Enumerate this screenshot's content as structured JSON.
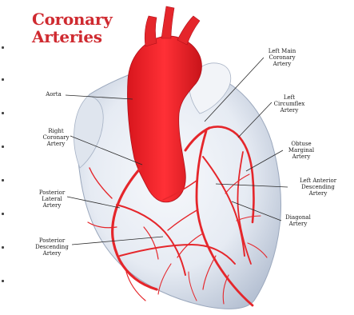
{
  "title": {
    "line1": "Coronary",
    "line2": "Arteries"
  },
  "labels": {
    "aorta": "Aorta",
    "right_coronary_artery": "Right\nCoronary\nArtery",
    "posterior_lateral_artery": "Posterior\nLateral\nArtery",
    "posterior_descending_artery": "Posterior\nDescending\nArtery",
    "left_main_coronary_artery": "Left Main\nCoronary\nArtery",
    "left_circumflex_artery": "Left\nCircumflex\nArtery",
    "obtuse_marginal_artery": "Obtuse\nMarginal\nArtery",
    "left_anterior_descending_artery": "Left Anterior\nDescending\nArtery",
    "diagonal_artery": "Diagonal\nArtery"
  },
  "colors": {
    "artery_red": "#e5262b",
    "heart_white": "#eef1f6",
    "shadow_blue": "#b9c4d6",
    "title_red": "#cf2a30"
  }
}
